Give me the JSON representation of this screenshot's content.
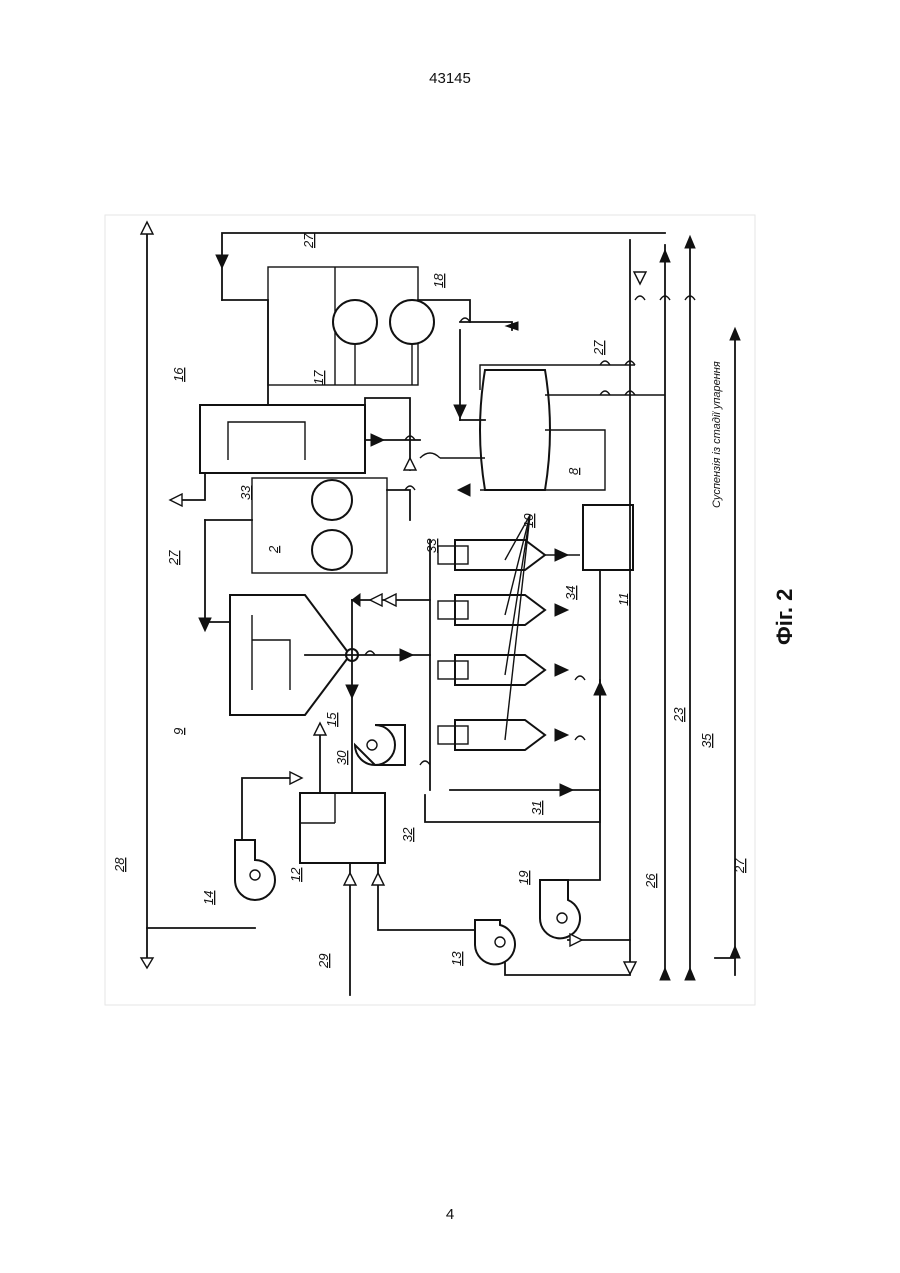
{
  "page": {
    "number_top": "43145",
    "number_bottom": "4"
  },
  "figure": {
    "caption": "Фіг. 2"
  },
  "streams": {
    "label_23": "23",
    "label_35": "35",
    "label_27": "27",
    "label_26": "26",
    "label_28": "28",
    "label_29": "29",
    "label_30": "30",
    "label_31": "31",
    "label_32": "32",
    "label_33": "33",
    "label_34": "34",
    "note": "Суспензія із стадії упарення"
  },
  "equipment": {
    "label_2": "2",
    "label_8": "8",
    "label_9": "9",
    "label_10": "10",
    "label_11": "11",
    "label_12": "12",
    "label_13": "13",
    "label_14": "14",
    "label_15": "15",
    "label_16": "16",
    "label_17": "17",
    "label_18": "18",
    "label_19": "19"
  }
}
